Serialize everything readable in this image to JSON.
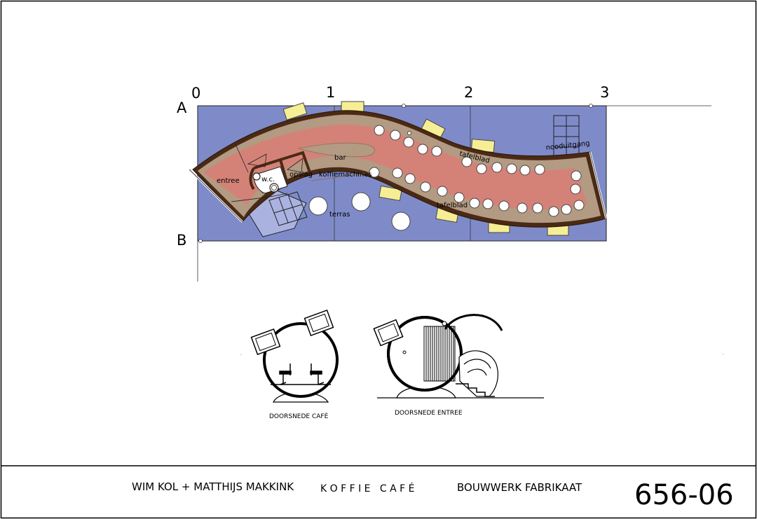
{
  "colors": {
    "site_fill": "#7f8bc9",
    "floor_fill": "#d48278",
    "counter_fill": "#b39a82",
    "wall_color": "#4a2a14",
    "chair_fill": "#f5ee94",
    "line": "#000000"
  },
  "plan": {
    "grid_numbers": [
      "0",
      "1",
      "2",
      "3"
    ],
    "grid_letters": [
      "A",
      "B"
    ],
    "labels": {
      "entree": "entree",
      "wc": "w.c.",
      "opslag": "opslag",
      "bar": "bar",
      "koffiemachines": "koffiemachines",
      "terras": "terras",
      "tafelblad_top": "tafelblad",
      "tafelblad_bottom": "tafelblad",
      "nooduitgang": "nooduitgang"
    }
  },
  "sections": {
    "cafe_caption": "DOORSNEDE CAFÉ",
    "entree_caption": "DOORSNEDE ENTREE"
  },
  "titleblock": {
    "authors": "WIM KOL + MATTHIJS MAKKINK",
    "project": "K O F F I E   C A F É",
    "category": "BOUWWERK FABRIKAAT",
    "number": "656-06"
  }
}
